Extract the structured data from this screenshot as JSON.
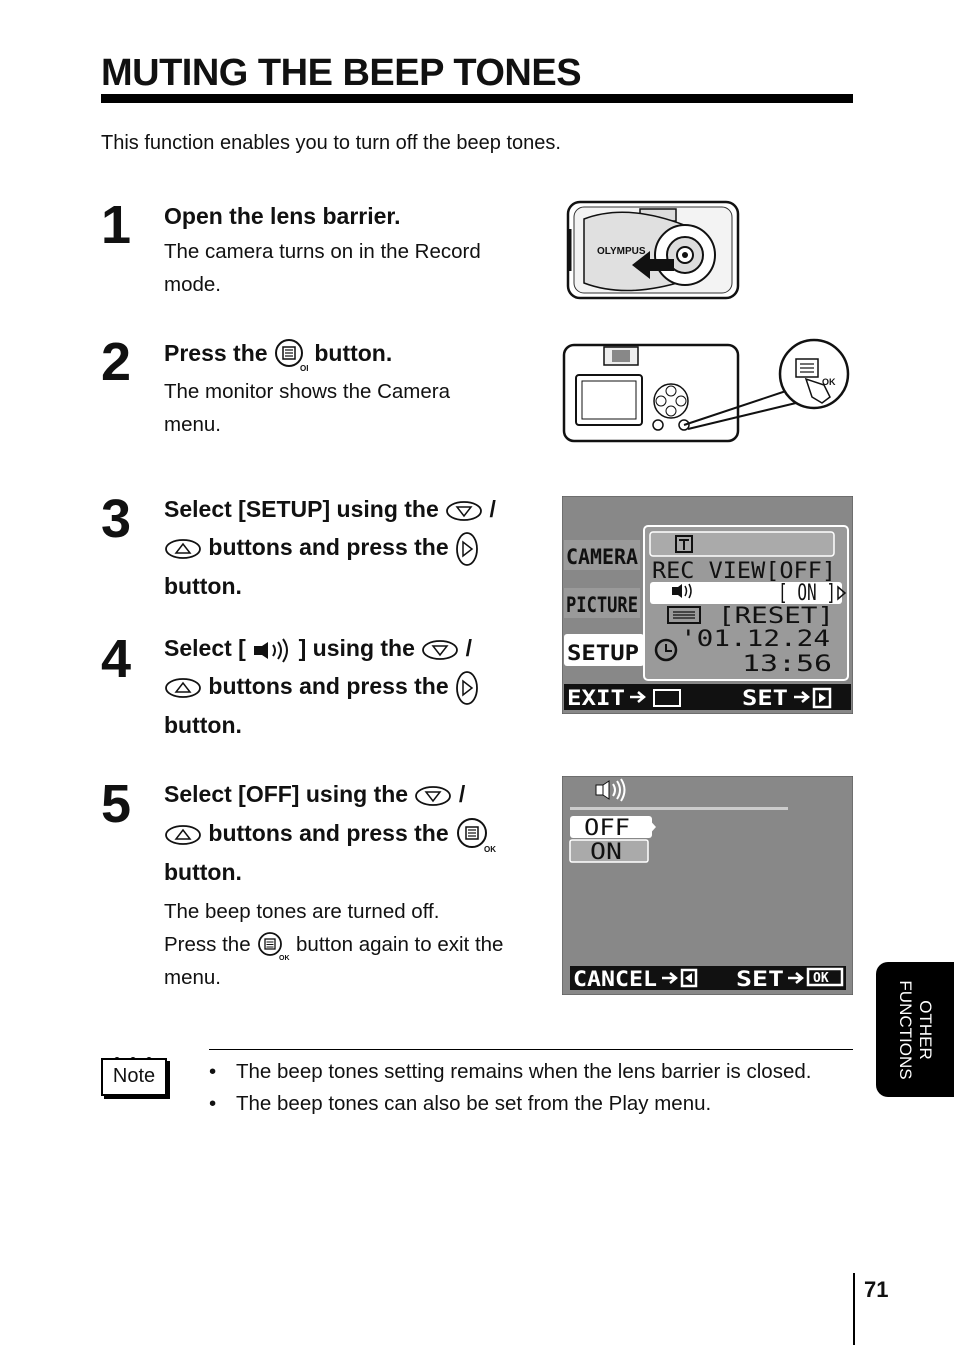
{
  "page": {
    "title": "MUTING THE BEEP TONES",
    "intro": "This function enables you to turn off the beep tones.",
    "page_number": "71",
    "side_tab": {
      "line1": "OTHER",
      "line2": "FUNCTIONS"
    }
  },
  "steps": [
    {
      "number": "1",
      "heading": "Open the lens barrier.",
      "body_lines": [
        "The camera turns on in the Record",
        "mode."
      ]
    },
    {
      "number": "2",
      "heading_pre": "Press the",
      "heading_post": "button.",
      "body_lines": [
        "The monitor shows the Camera",
        "menu."
      ]
    },
    {
      "number": "3",
      "line1_pre": "Select [SETUP] using the",
      "slash": "/",
      "line2_text": "buttons and press the",
      "line3": "button."
    },
    {
      "number": "4",
      "line1_pre": "Select [",
      "line1_mid": "] using the",
      "slash": "/",
      "line2_text": "buttons and press the",
      "line3": "button."
    },
    {
      "number": "5",
      "line1_pre": "Select [OFF] using the",
      "slash": "/",
      "line2_text": "buttons and press the",
      "line3": "button.",
      "body_line1": "The beep tones are turned off.",
      "body_line2_pre": "Press the",
      "body_line2_post": "button again to exit the",
      "body_line3": "menu."
    }
  ],
  "setup_screen": {
    "tabs": [
      "CAMERA",
      "PICTURE",
      "SETUP"
    ],
    "rows": {
      "rec_view": "REC VIEW[OFF]",
      "beep_value": "[ ON ]",
      "reset": "[RESET]",
      "date": "'01.12.24",
      "time": "13:56"
    },
    "footer_left": "EXIT",
    "footer_right": "SET"
  },
  "beep_screen": {
    "options": [
      "OFF",
      "ON"
    ],
    "footer_left": "CANCEL",
    "footer_right": "SET",
    "ok_label": "OK"
  },
  "camera_illustrations": {
    "brand": "OLYMPUS",
    "ok_label": "OK"
  },
  "note": {
    "label": "Note",
    "items": [
      "The beep tones setting remains when the lens barrier is closed.",
      "The beep tones can also be set from the Play menu."
    ]
  }
}
